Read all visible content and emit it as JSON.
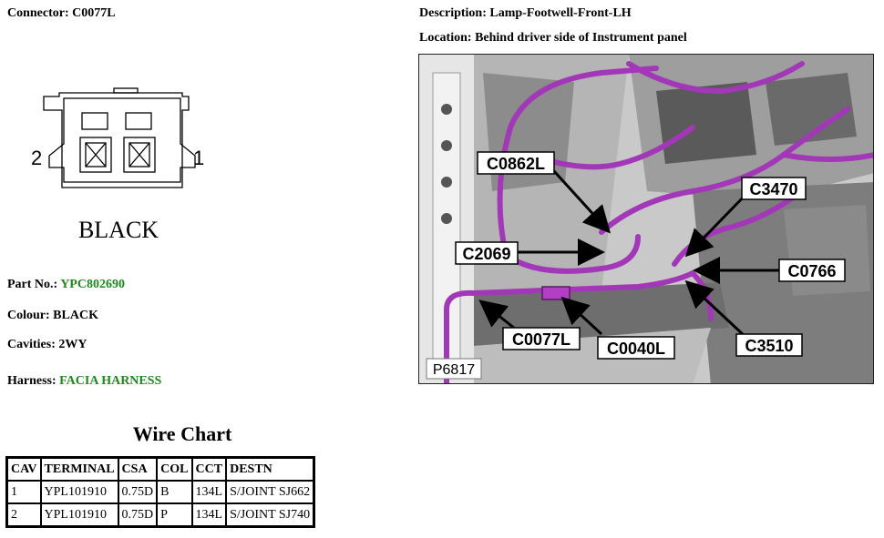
{
  "header": {
    "connector_label": "Connector:",
    "connector_value": "C0077L",
    "description_label": "Description:",
    "description_value": "Lamp-Footwell-Front-LH",
    "location_label": "Location:",
    "location_value": "Behind driver side of Instrument panel"
  },
  "pinout": {
    "pin_left": "2",
    "pin_right": "1",
    "housing_colour": "BLACK"
  },
  "details": {
    "part_no_label": "Part No.:",
    "part_no_value": "YPC802690",
    "colour_label": "Colour:",
    "colour_value": "BLACK",
    "cavities_label": "Cavities:",
    "cavities_value": "2WY",
    "harness_label": "Harness:",
    "harness_value": "FACIA HARNESS"
  },
  "wire_chart": {
    "title": "Wire Chart",
    "columns": [
      "CAV",
      "TERMINAL",
      "CSA",
      "COL",
      "CCT",
      "DESTN"
    ],
    "rows": [
      [
        "1",
        "YPL101910",
        "0.75D",
        "B",
        "134L",
        "S/JOINT SJ662"
      ],
      [
        "2",
        "YPL101910",
        "0.75D",
        "P",
        "134L",
        "S/JOINT SJ740"
      ]
    ]
  },
  "photo": {
    "callouts": [
      "C0862L",
      "C3470",
      "C2069",
      "C0766",
      "C0077L",
      "C0040L",
      "C3510",
      "P6817"
    ]
  },
  "colors": {
    "link_green": "#1a8a1a",
    "harness_purple": "#a238b8"
  }
}
